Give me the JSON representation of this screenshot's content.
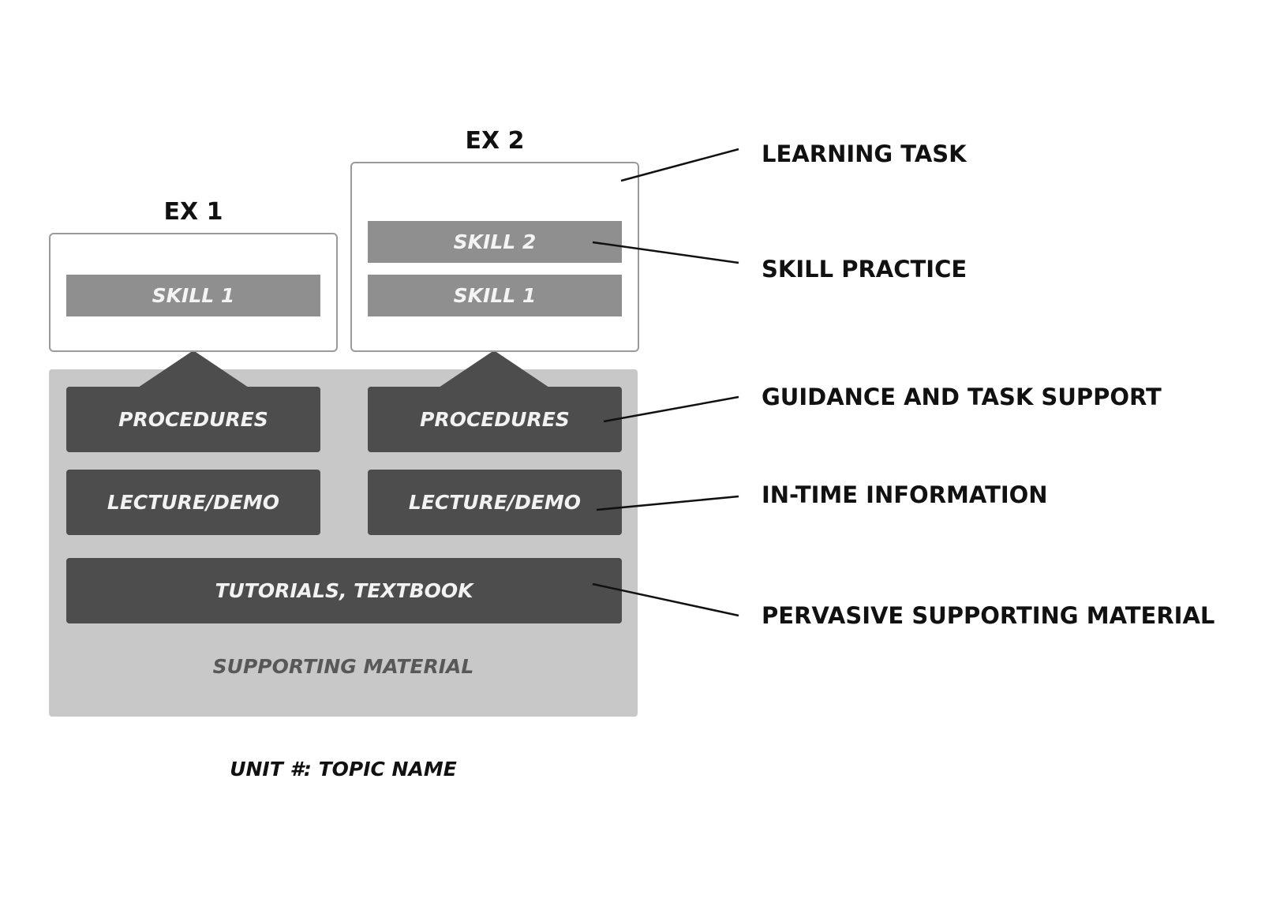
{
  "examples": [
    {
      "title": "EX 1",
      "skills": [
        "SKILL 1"
      ],
      "procedures": "PROCEDURES",
      "lecture": "LECTURE/DEMO"
    },
    {
      "title": "EX 2",
      "skills": [
        "SKILL 2",
        "SKILL 1"
      ],
      "procedures": "PROCEDURES",
      "lecture": "LECTURE/DEMO"
    }
  ],
  "pervasive_box": "TUTORIALS, TEXTBOOK",
  "supporting_area_label": "SUPPORTING MATERIAL",
  "legend": {
    "learning_task": "LEARNING TASK",
    "skill_practice": "SKILL PRACTICE",
    "guidance": "GUIDANCE AND TASK SUPPORT",
    "in_time": "IN-TIME INFORMATION",
    "pervasive": "PERVASIVE SUPPORTING MATERIAL"
  },
  "footer": "UNIT #: TOPIC NAME",
  "colors": {
    "task_border": "#9a9a9a",
    "skill_fill": "#8f8f8f",
    "support_bg": "#c8c8c8",
    "dark_fill": "#4c4d4c",
    "text_dark": "#111111"
  }
}
